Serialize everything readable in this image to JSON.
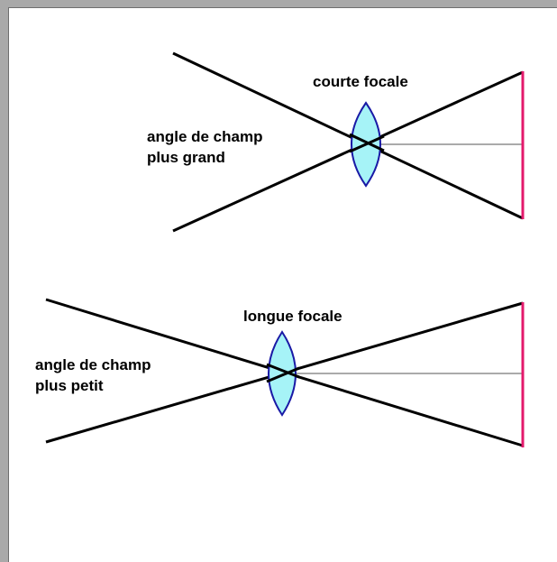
{
  "diagrams": [
    {
      "title": "courte focale",
      "angle_label": [
        "angle de champ",
        "plus grand"
      ]
    },
    {
      "title": "longue focale",
      "angle_label": [
        "angle de champ",
        "plus petit"
      ]
    }
  ],
  "colors": {
    "lens_fill": "#a6f3f7",
    "lens_stroke": "#1a1aa6",
    "sensor": "#e3196b",
    "ray": "#000000",
    "axis": "#555555",
    "background": "#ffffff",
    "frame": "#a9a9a9"
  }
}
